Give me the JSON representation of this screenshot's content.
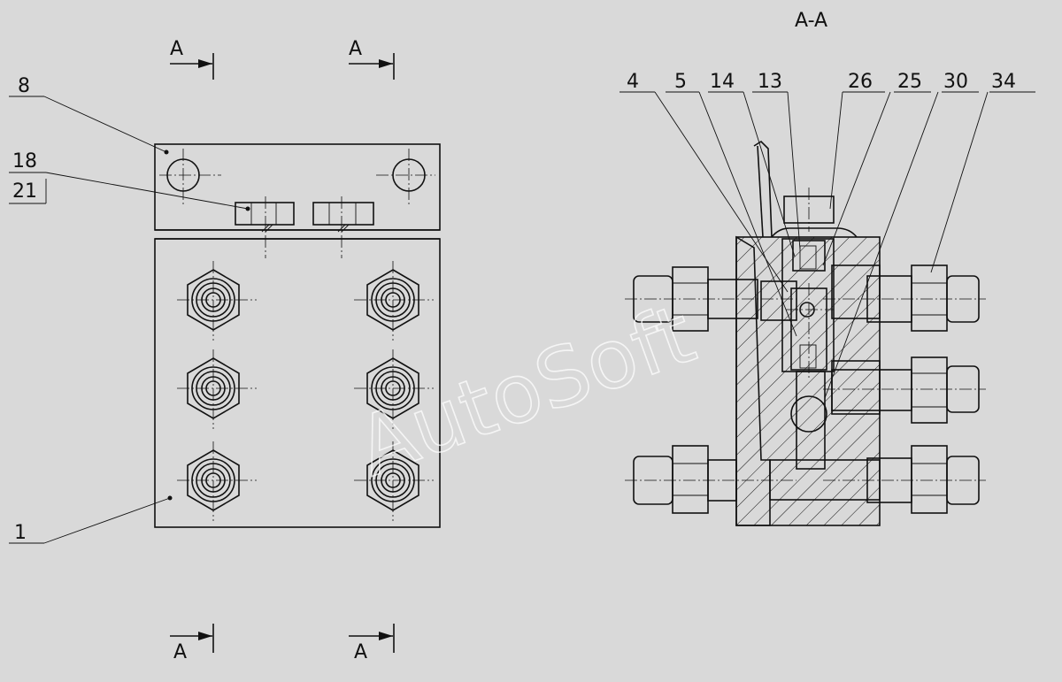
{
  "section_title": "A-A",
  "section_marks": [
    "A",
    "A",
    "A",
    "A"
  ],
  "left_view": {
    "callouts": [
      "8",
      "18",
      "21",
      "1"
    ]
  },
  "section_view": {
    "callouts": [
      "4",
      "5",
      "14",
      "13",
      "26",
      "25",
      "30",
      "34"
    ]
  },
  "watermark": "AutoSoft",
  "colors": {
    "background": "#d9d9d9",
    "ink": "#111111",
    "watermark": "#ffffff"
  }
}
